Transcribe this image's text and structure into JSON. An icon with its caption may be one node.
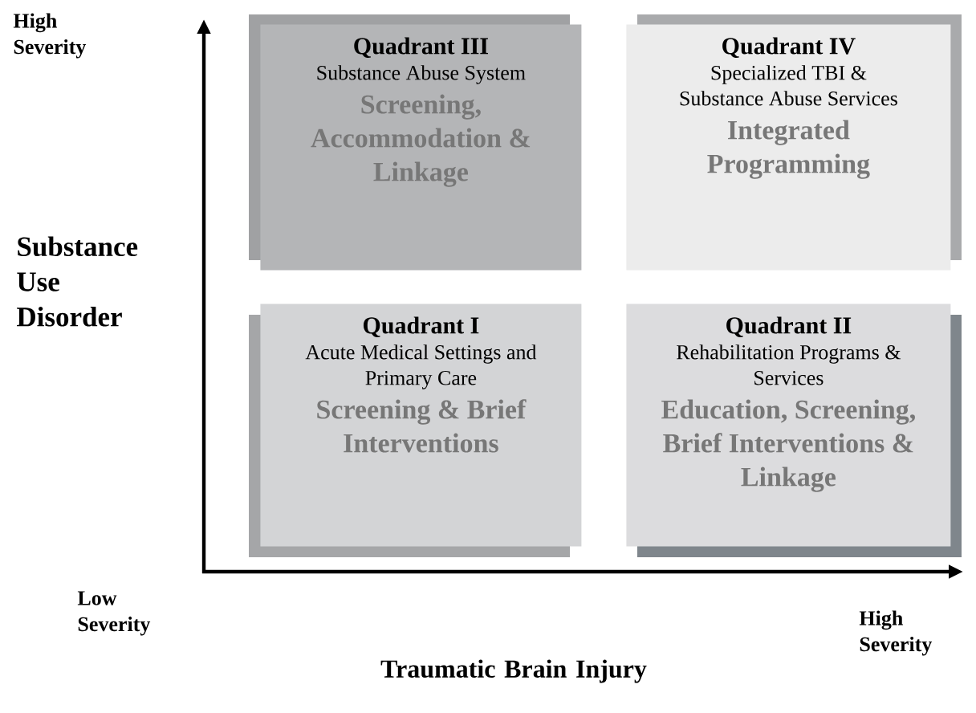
{
  "diagram": {
    "nodes": [
      {
        "text": [
          "Quadrant III",
          "Substance Abuse System",
          "Screening, Accommodation & Linkage"
        ]
      },
      {
        "text": [
          "Quadrant IV",
          "Specialized TBI & Substance Abuse Services",
          "Integrated Programming"
        ]
      },
      {
        "text": [
          "Quadrant I",
          "Acute Medical Settings and Primary Care",
          "Screening & Brief Interventions"
        ]
      },
      {
        "text": [
          "Quadrant II",
          "Rehabilitation Programs & Services",
          "Education, Screening, Brief Interventions & Linkage"
        ]
      }
    ],
    "edges": [],
    "labels": [
      "High Severity",
      "Substance Use Disorder",
      "Low Severity",
      "High Severity",
      "Traumatic Brain Injury"
    ]
  }
}
